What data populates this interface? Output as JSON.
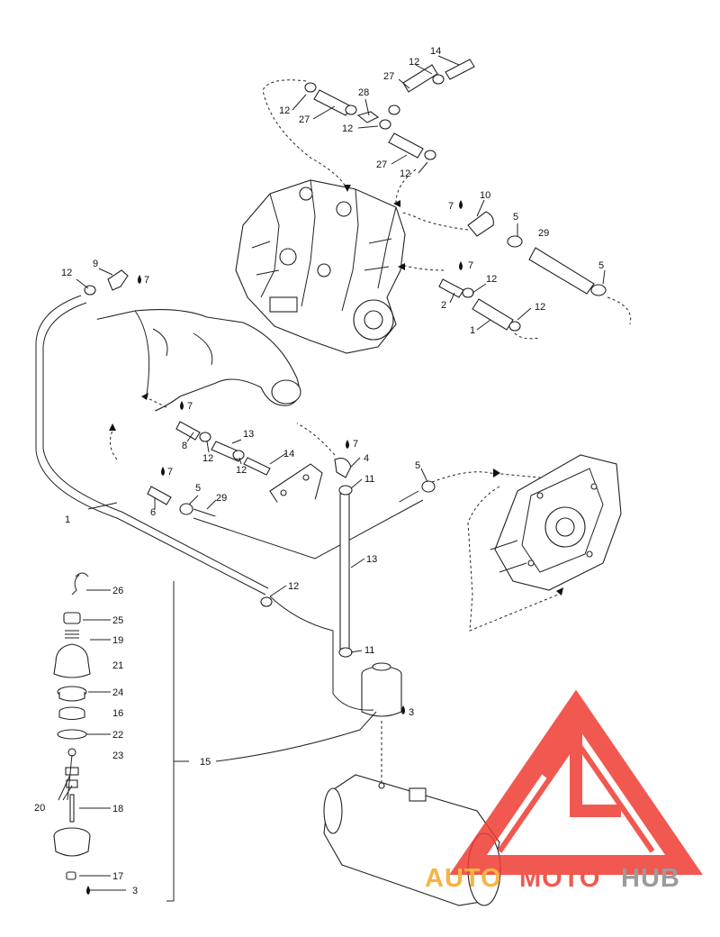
{
  "diagram": {
    "callouts": [
      "1",
      "2",
      "3",
      "4",
      "5",
      "6",
      "7",
      "8",
      "9",
      "10",
      "11",
      "12",
      "13",
      "14",
      "15",
      "16",
      "17",
      "18",
      "19",
      "20",
      "21",
      "22",
      "23",
      "24",
      "25",
      "26",
      "27",
      "28",
      "29"
    ]
  },
  "watermark": {
    "text_auto": "AUTO",
    "text_moto": "MOTO",
    "text_hub": "HUB",
    "color_red": "#ef3b32",
    "color_orange": "#f6a623",
    "color_gray": "#8a8a8a"
  },
  "icons": {
    "drop": "oil-drop-icon",
    "arrow": "flow-arrow-icon"
  }
}
